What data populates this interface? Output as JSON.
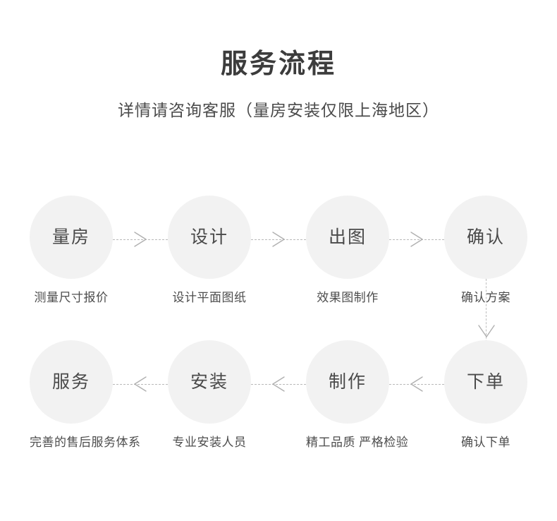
{
  "header": {
    "title": "服务流程",
    "subtitle": "详情请咨询客服（量房安装仅限上海地区）"
  },
  "colors": {
    "circle_fill": "#f2f2f2",
    "text": "#4a4a4a",
    "title": "#3c3c3c",
    "connector": "#b9b9b9",
    "background": "#ffffff"
  },
  "flow": {
    "rows": [
      {
        "direction": "left-to-right",
        "nodes": [
          {
            "label": "量房",
            "caption": "测量尺寸报价"
          },
          {
            "label": "设计",
            "caption": "设计平面图纸"
          },
          {
            "label": "出图",
            "caption": "效果图制作"
          },
          {
            "label": "确认",
            "caption": "确认方案"
          }
        ],
        "connectors": [
          {
            "icon": "chevron-right-icon"
          },
          {
            "icon": "chevron-right-icon"
          },
          {
            "icon": "chevron-right-icon"
          }
        ]
      },
      {
        "direction": "right-to-left",
        "nodes": [
          {
            "label": "服务",
            "caption": "完善的售后服务体系"
          },
          {
            "label": "安装",
            "caption": "专业安装人员"
          },
          {
            "label": "制作",
            "caption": "精工品质 严格检验"
          },
          {
            "label": "下单",
            "caption": "确认下单"
          }
        ],
        "connectors": [
          {
            "icon": "chevron-left-icon"
          },
          {
            "icon": "chevron-left-icon"
          },
          {
            "icon": "chevron-left-icon"
          }
        ]
      }
    ],
    "row_connector": {
      "icon": "chevron-down-icon"
    }
  }
}
